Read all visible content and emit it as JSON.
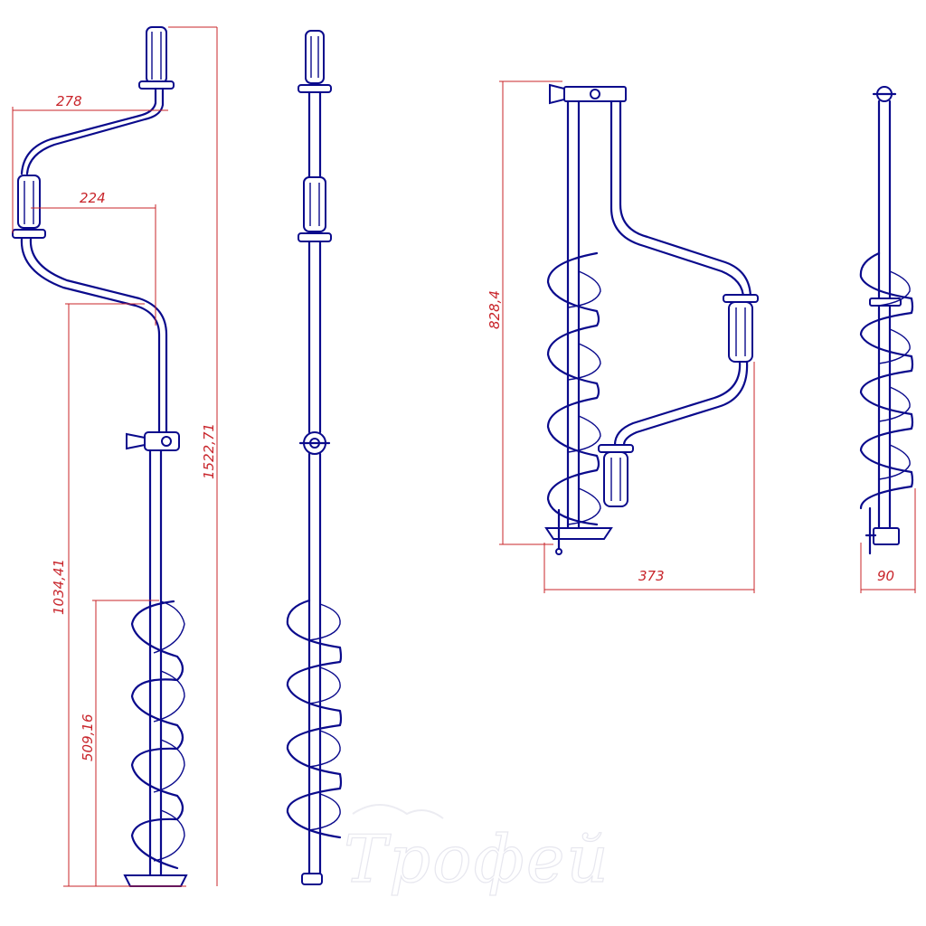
{
  "colors": {
    "part_stroke": "#0a0a8c",
    "dimension": "#c8242a",
    "background": "#ffffff",
    "watermark": "#e7e7ef"
  },
  "dimensions": {
    "view1_offset_top": "278",
    "view1_offset_mid": "224",
    "view1_total_height": "1522,71",
    "view1_height_to_crank": "1034,41",
    "view1_auger_length": "509,16",
    "view3_height": "828,4",
    "view3_width": "373",
    "view4_width": "90"
  },
  "watermark": {
    "text": "Трофей"
  }
}
